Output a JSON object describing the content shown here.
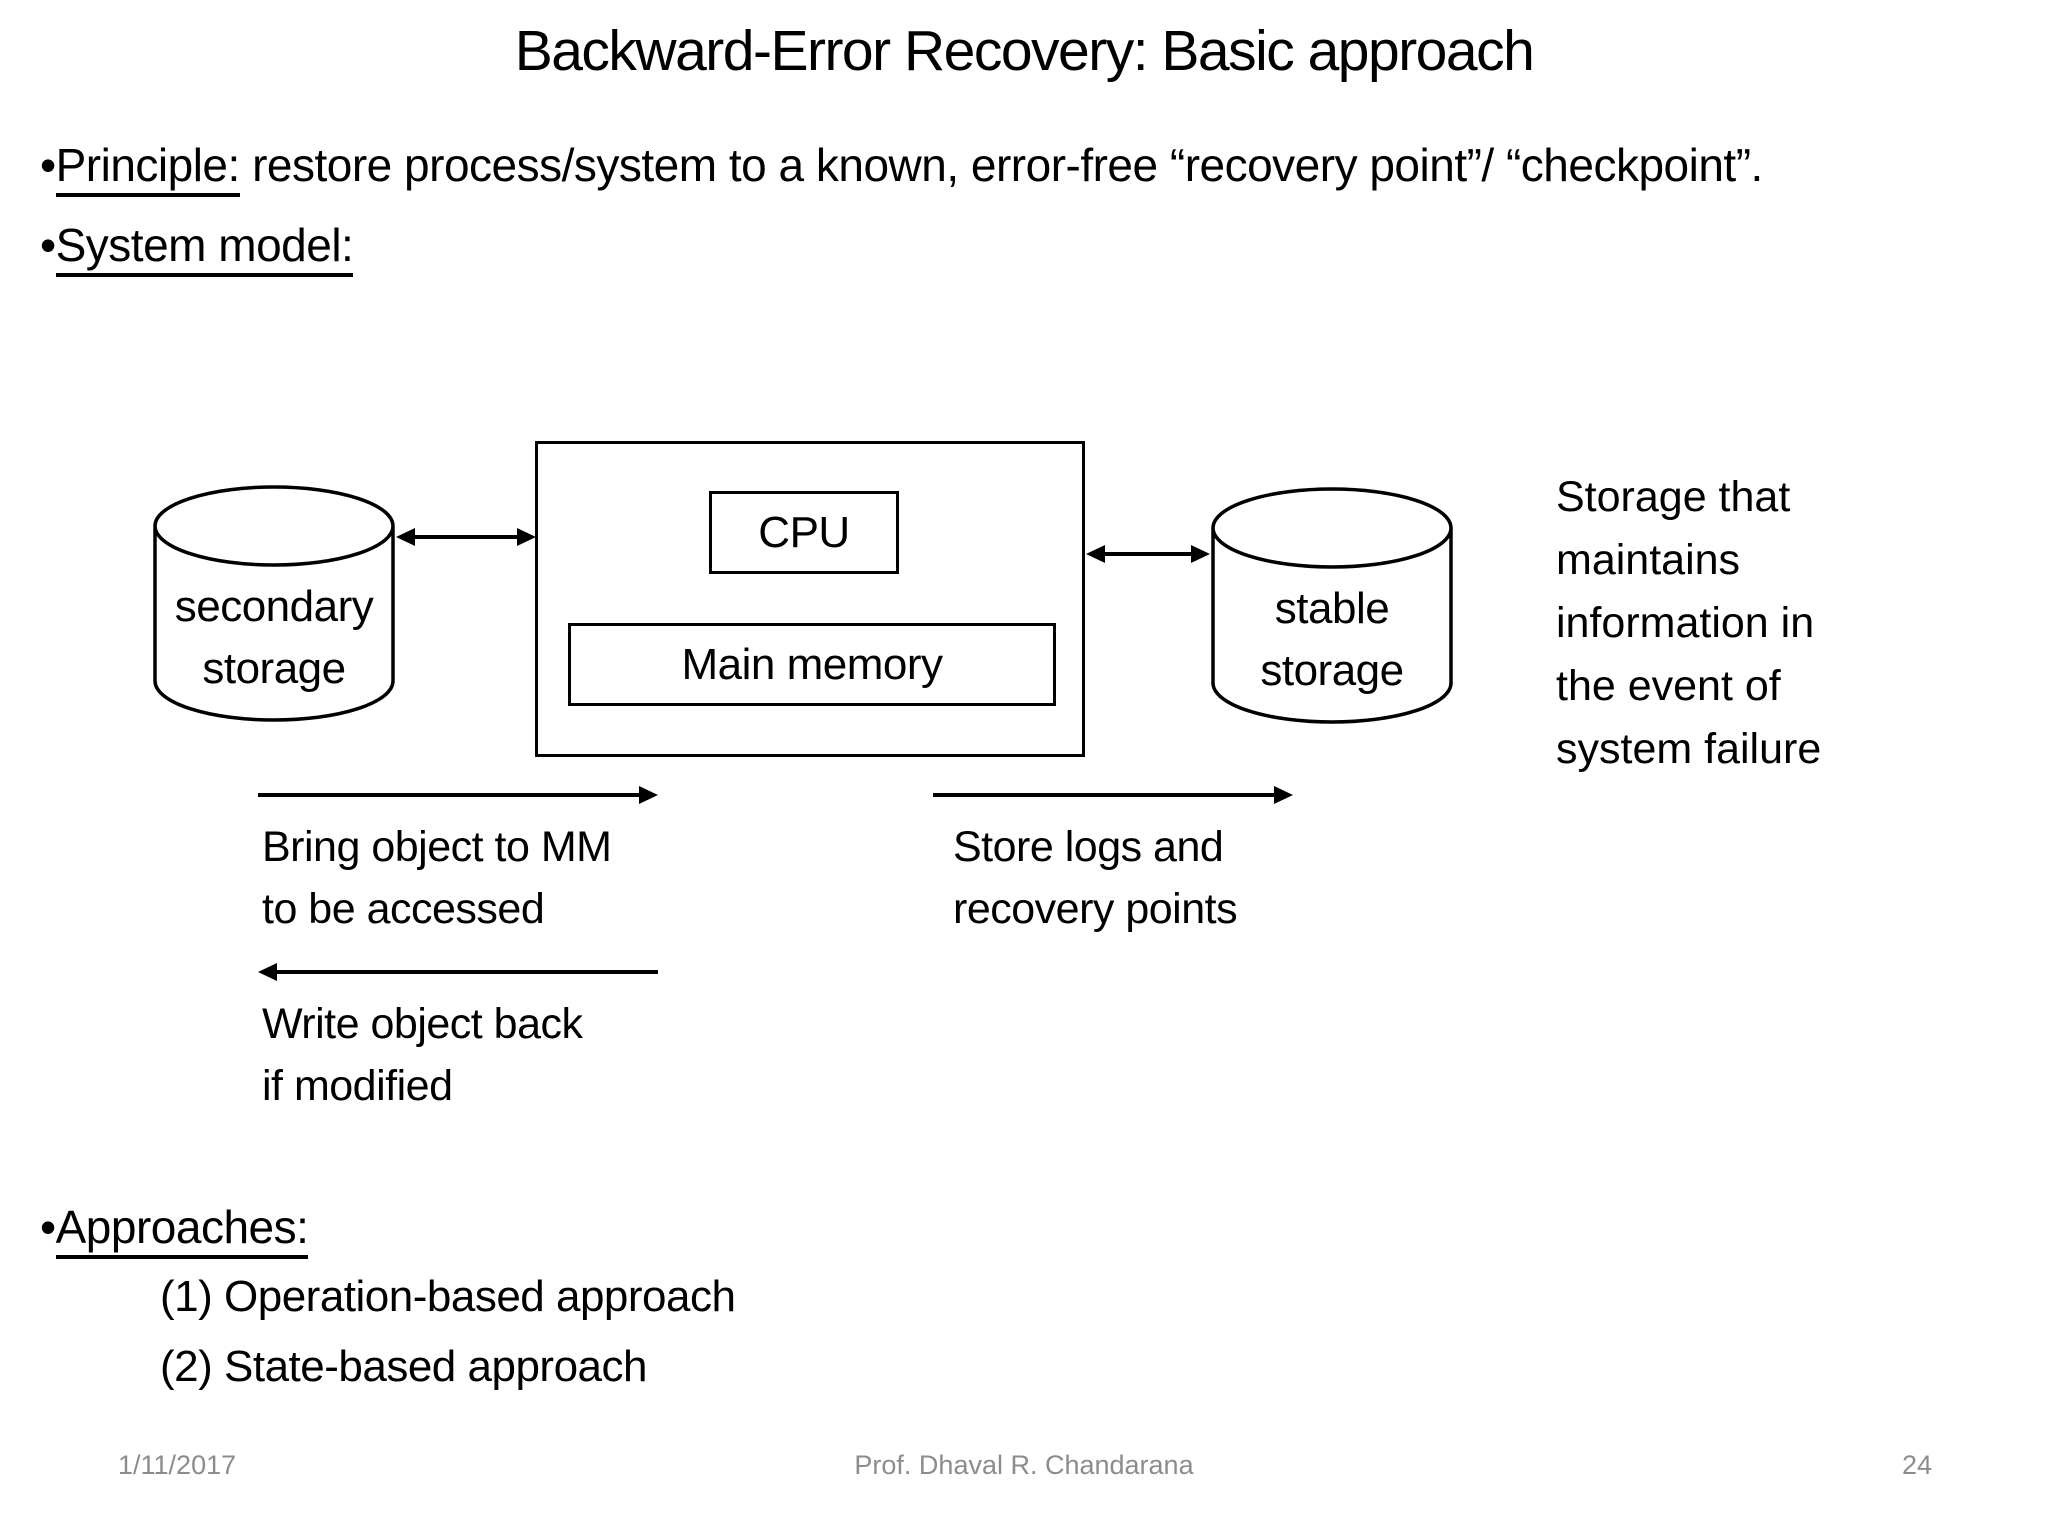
{
  "slide": {
    "title": "Backward-Error Recovery: Basic approach",
    "bullet_glyph": "•",
    "bullets": {
      "principle_label": "Principle:",
      "principle_text": " restore process/system to a known, error-free “recovery point”/ “checkpoint”.",
      "system_model_label": "System model:",
      "approaches_label": "Approaches:",
      "approach_items": [
        "(1) Operation-based approach",
        "(2) State-based approach"
      ]
    },
    "diagram": {
      "cpu_label": "CPU",
      "main_memory_label": "Main memory",
      "secondary_storage_lines": [
        "secondary",
        "storage"
      ],
      "stable_storage_lines": [
        "stable",
        "storage"
      ],
      "note_lines": [
        "Storage that",
        "maintains",
        "information in",
        "the event of",
        "system failure"
      ],
      "bring_lines": [
        "Bring object to MM",
        "to be accessed"
      ],
      "store_lines": [
        "Store logs and",
        "recovery points"
      ],
      "write_lines": [
        "Write object back",
        "if modified"
      ]
    },
    "footer": {
      "date": "1/11/2017",
      "author": "Prof. Dhaval R. Chandarana",
      "page": "24"
    },
    "colors": {
      "text": "#000000",
      "footer_text": "#8c8c8c",
      "line": "#000000",
      "background": "#ffffff"
    }
  }
}
